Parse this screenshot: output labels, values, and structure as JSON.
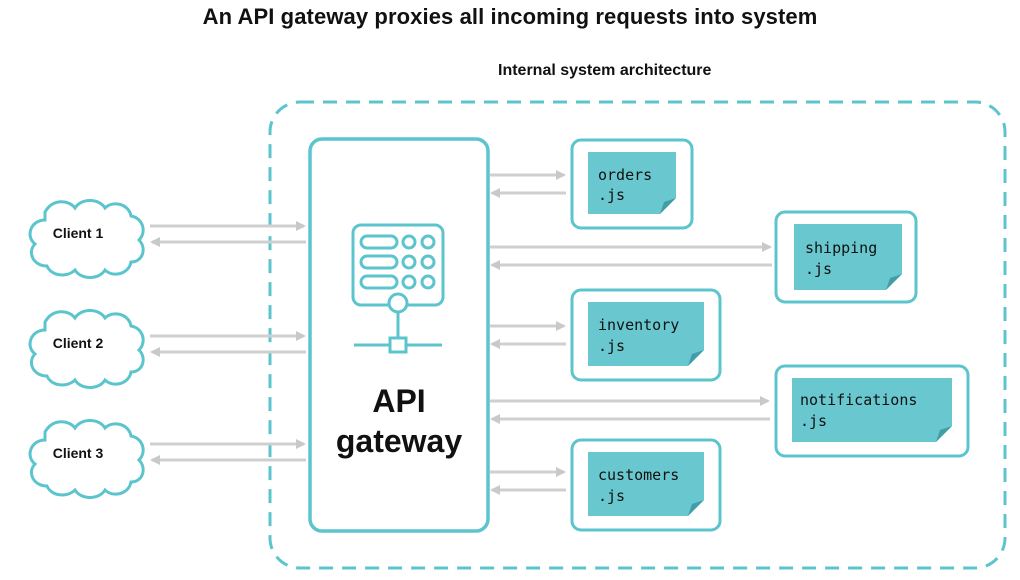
{
  "title": "An API gateway proxies all incoming requests into system",
  "subtitle": "Internal system architecture",
  "gateway": {
    "line1": "API",
    "line2": "gateway",
    "icon": "server-icon"
  },
  "clients": [
    {
      "label": "Client 1"
    },
    {
      "label": "Client 2"
    },
    {
      "label": "Client 3"
    }
  ],
  "services": [
    {
      "line1": "orders",
      "line2": ".js"
    },
    {
      "line1": "shipping",
      "line2": ".js"
    },
    {
      "line1": "inventory",
      "line2": ".js"
    },
    {
      "line1": "notifications",
      "line2": ".js"
    },
    {
      "line1": "customers",
      "line2": ".js"
    }
  ],
  "colors": {
    "teal": "#5cc4cd",
    "teal_fill": "#68c7cf",
    "arrow": "#cfcfcf",
    "text": "#111111"
  }
}
